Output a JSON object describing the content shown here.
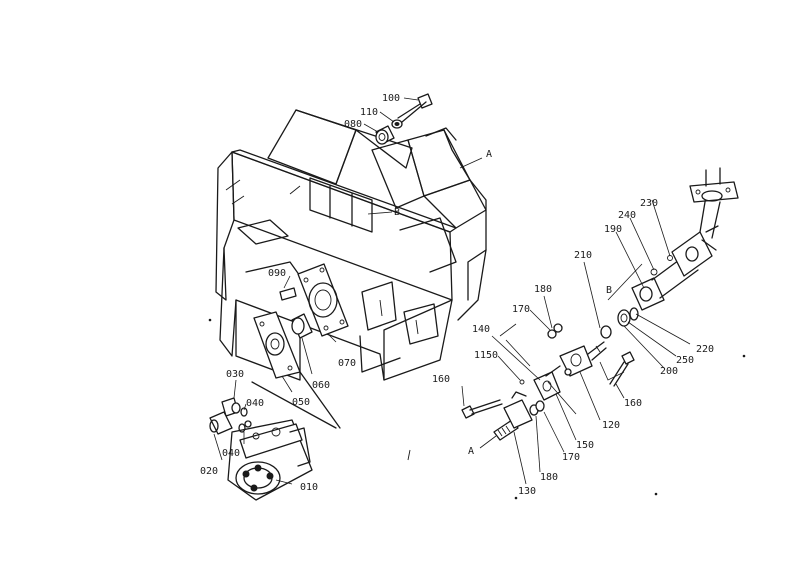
{
  "labels": {
    "p100": "100",
    "p110": "110",
    "p080": "080",
    "pA_top": "A",
    "pB_frame": "B",
    "p090": "090",
    "p070": "070",
    "p060": "060",
    "p050": "050",
    "p030": "030",
    "p040a": "040",
    "p040b": "040",
    "p020": "020",
    "p010": "010",
    "p210": "210",
    "p180a": "180",
    "p170a": "170",
    "p140": "140",
    "p1150": "1150",
    "p160a": "160",
    "pA_bottom": "A",
    "p130": "130",
    "p180b": "180",
    "p170b": "170",
    "p150": "150",
    "p120": "120",
    "p160b": "160",
    "p190": "190",
    "p240": "240",
    "p230": "230",
    "pB_right": "B",
    "p220": "220",
    "p250": "250",
    "p200": "200"
  }
}
